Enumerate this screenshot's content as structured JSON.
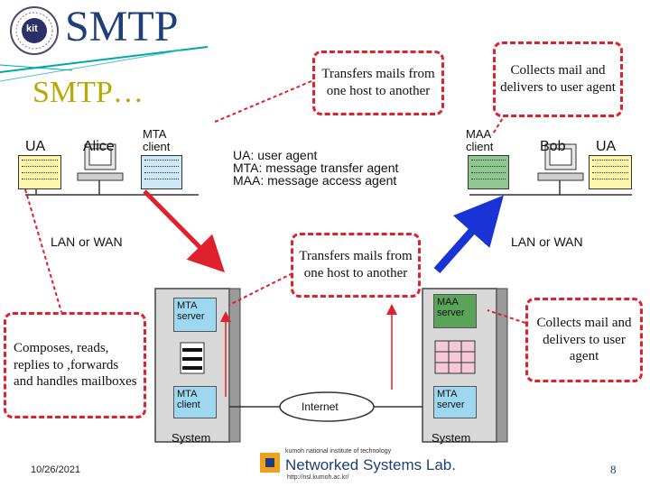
{
  "slide": {
    "title": "SMTP",
    "subtitle": "SMTP…",
    "footer_date": "10/26/2021",
    "page_number": "8"
  },
  "logo": {
    "text": "kit"
  },
  "callouts": {
    "top_transfer": "Transfers mails from one host to another",
    "top_collect": "Collects mail and delivers to user agent",
    "mid_transfer": "Transfers mails from one host to another",
    "right_collect": "Collects mail and delivers to user agent",
    "left_compose": "Composes, reads, replies to ,forwards and handles mailboxes"
  },
  "diagram": {
    "ua_left": "UA",
    "alice": "Alice",
    "mta_client_top": "MTA client",
    "maa_client": "MAA client",
    "bob": "Bob",
    "ua_right": "UA",
    "legend_ua": "UA: user agent",
    "legend_mta": "MTA: message transfer agent",
    "legend_maa": "MAA: message access agent",
    "lan_left": "LAN or WAN",
    "lan_right": "LAN or WAN",
    "mta_server_left": "MTA server",
    "mta_client_left": "MTA client",
    "maa_server": "MAA server",
    "mta_server_right": "MTA server",
    "internet": "Internet",
    "system_left": "System",
    "system_right": "System"
  },
  "footer_logo": {
    "top_line": "kumoh national institute of technology",
    "name": "Networked Systems Lab.",
    "url": "http://nsl.kumoh.ac.kr/"
  },
  "colors": {
    "title": "#1f3f7a",
    "subtitle": "#b8a800",
    "callout_border": "#e0202a",
    "arrow_red": "#e0202a",
    "arrow_blue": "#1a33d6",
    "doc_yellow": "#fdf6a8",
    "doc_blue": "#cde8f7",
    "doc_green": "#8fc98f",
    "server_cyan": "#9ed8f0",
    "server_green": "#5aa45a"
  }
}
